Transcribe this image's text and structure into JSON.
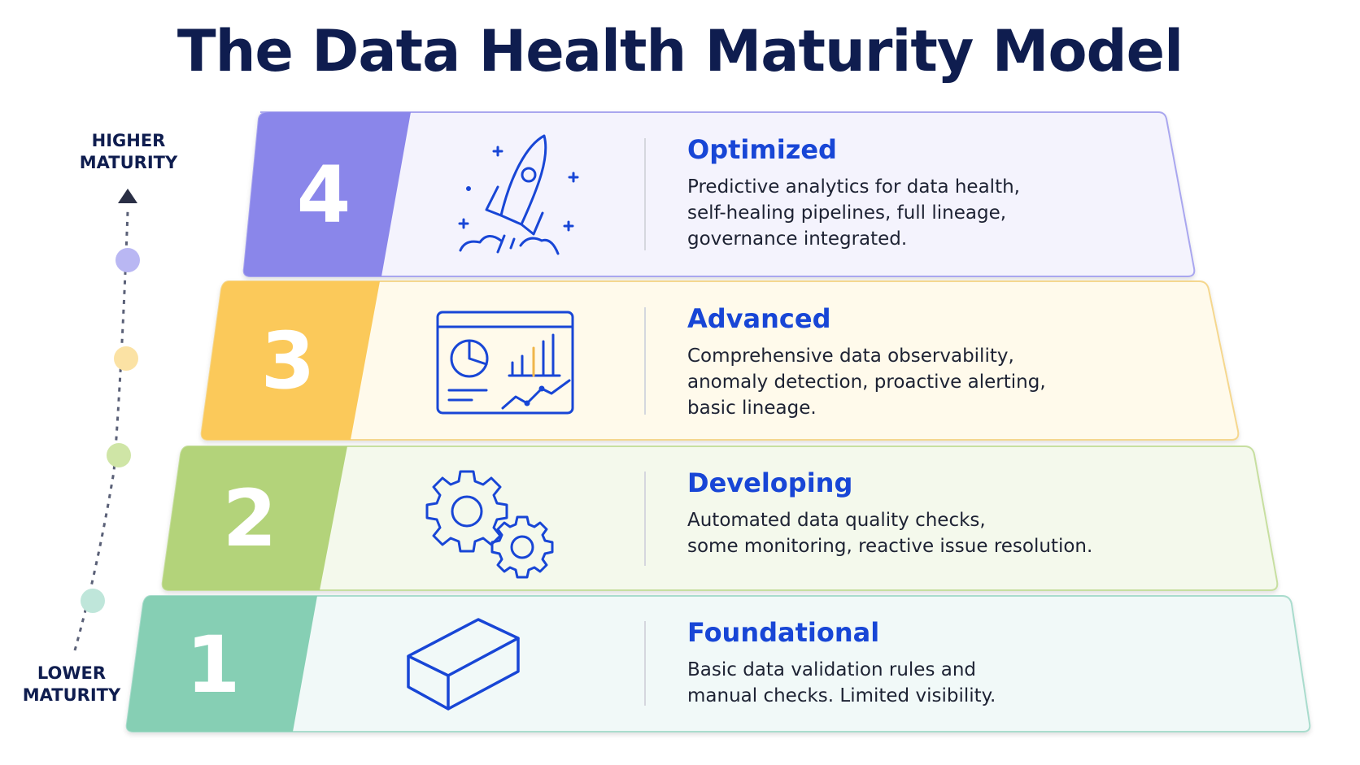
{
  "title": "The Data Health Maturity Model",
  "axis": {
    "top_label": [
      "HIGHER",
      "MATURITY"
    ],
    "bottom_label": [
      "LOWER",
      "MATURITY"
    ]
  },
  "colors": {
    "level4": "#8a86ea",
    "level3": "#fbc95a",
    "level2": "#b3d37a",
    "level1": "#86cfb4",
    "title": "#0f1d4f",
    "accent_text": "#1846d6",
    "icon_stroke": "#1846d6"
  },
  "levels": [
    {
      "number": "4",
      "title": "Optimized",
      "icon": "rocket-icon",
      "description": [
        "Predictive analytics for data health,",
        "self-healing pipelines, full lineage,",
        "governance integrated."
      ]
    },
    {
      "number": "3",
      "title": "Advanced",
      "icon": "dashboard-icon",
      "description": [
        "Comprehensive data observability,",
        "anomaly detection, proactive alerting,",
        "basic lineage."
      ]
    },
    {
      "number": "2",
      "title": "Developing",
      "icon": "gears-icon",
      "description": [
        "Automated data quality checks,",
        "some monitoring, reactive issue resolution."
      ]
    },
    {
      "number": "1",
      "title": "Foundational",
      "icon": "brick-icon",
      "description": [
        "Basic data validation rules and",
        "manual checks. Limited visibility."
      ]
    }
  ]
}
